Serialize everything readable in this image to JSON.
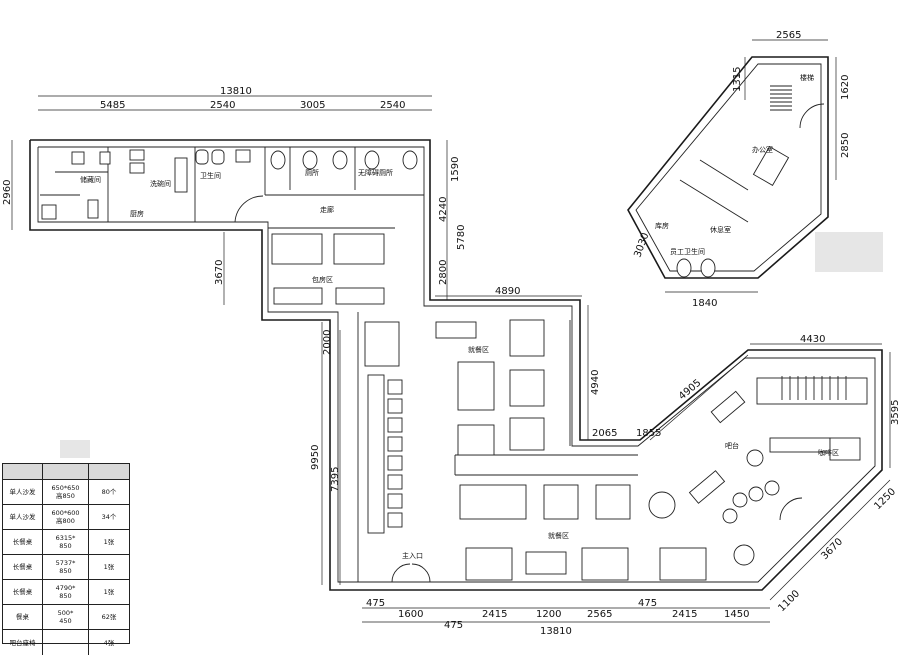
{
  "dimensions": {
    "top_total": "13810",
    "top_segments": [
      "5485",
      "2540",
      "3005",
      "2540"
    ],
    "left_height": "2960",
    "corridor_left": "3670",
    "mid_vertical": [
      "1590",
      "4240",
      "5780",
      "2800"
    ],
    "mid_horizontal": "4890",
    "right_side": "4940",
    "left_inner": "2000",
    "left_long": "9950",
    "left_long2": "7395",
    "bottom_segments": [
      "475",
      "1600",
      "475",
      "2415",
      "1200",
      "2565",
      "475",
      "2415",
      "1450"
    ],
    "bottom_total": "13810",
    "cafe_top": "4430",
    "cafe_right": "3595",
    "cafe_diag": "4905",
    "cafe_small": [
      "2065",
      "1855"
    ],
    "cafe_bottom_diag": "3670",
    "cafe_bottom_small": [
      "1100",
      "1250"
    ],
    "annex_top": "2565",
    "annex_left": "1315",
    "annex_right": [
      "1620",
      "2850"
    ],
    "annex_bottom": "1840",
    "annex_diag": "3030"
  },
  "rooms": {
    "kitchen": "厨房",
    "storage": "储藏间",
    "dish": "洗碗间",
    "staff_wc": "卫生间",
    "toilet": "厕所",
    "disabled_wc": "无障碍厕所",
    "corridor": "走廊",
    "dining_room": "包房区",
    "main_dining": "就餐区",
    "entrance": "主入口",
    "bar": "吧台",
    "cafe": "咖啡区",
    "stair": "楼梯",
    "annex_office": "办公室",
    "annex_lounge": "休息室",
    "annex_wc": "员工卫生间",
    "annex_store": "库房"
  },
  "legend": {
    "rows": [
      {
        "name": "单人沙发",
        "spec": "650*650\n高850",
        "qty": "80个"
      },
      {
        "name": "单人沙发",
        "spec": "600*600\n高800",
        "qty": "34个"
      },
      {
        "name": "长餐桌",
        "spec": "6315*\n850",
        "qty": "1张"
      },
      {
        "name": "长餐桌",
        "spec": "5737*\n850",
        "qty": "1张"
      },
      {
        "name": "长餐桌",
        "spec": "4790*\n850",
        "qty": "1张"
      },
      {
        "name": "餐桌",
        "spec": "500*\n450",
        "qty": "62张"
      },
      {
        "name": "吧台座椅",
        "spec": "",
        "qty": "4张"
      }
    ]
  }
}
